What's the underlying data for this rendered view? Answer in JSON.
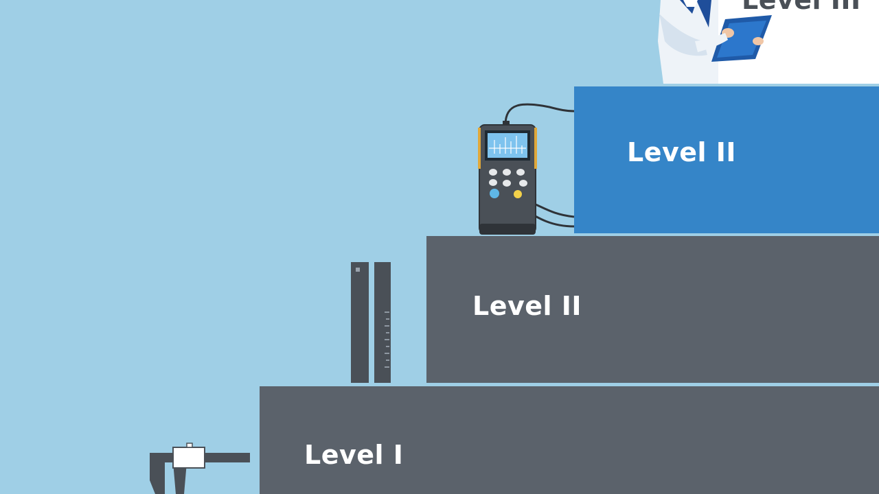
{
  "levels": [
    {
      "label": "Level I"
    },
    {
      "label": "Level II"
    },
    {
      "label": "Level II"
    },
    {
      "label": "Level III"
    }
  ],
  "colors": {
    "background": "#9fcfe6",
    "step_gray": "#5b626b",
    "step_blue": "#3585c8",
    "step_white": "#ffffff"
  },
  "icons": [
    "caliper-icon",
    "ruler-gauge-icon",
    "ultrasonic-tester-icon",
    "inspector-figure-icon",
    "clipboard-icon"
  ]
}
